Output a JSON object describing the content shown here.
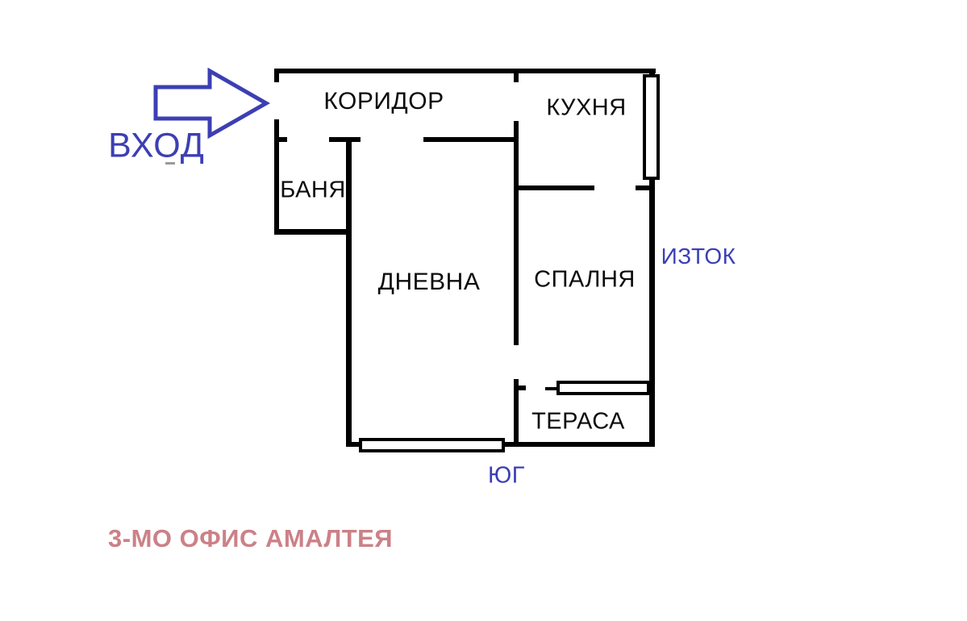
{
  "colors": {
    "wall": "#000000",
    "blue": "#3c3fb3",
    "rose": "#cb8187"
  },
  "rooms": {
    "corridor": "КОРИДОР",
    "kitchen": "КУХНЯ",
    "bath": "БАНЯ",
    "living": "ДНЕВНА",
    "bedroom": "СПАЛНЯ",
    "terrace": "ТЕРАСА"
  },
  "annotations": {
    "entrance": "ВХОД",
    "east": "ИЗТОК",
    "south": "ЮГ"
  },
  "footer": {
    "caption": "3-МО ОФИС АМАЛТЕЯ"
  }
}
